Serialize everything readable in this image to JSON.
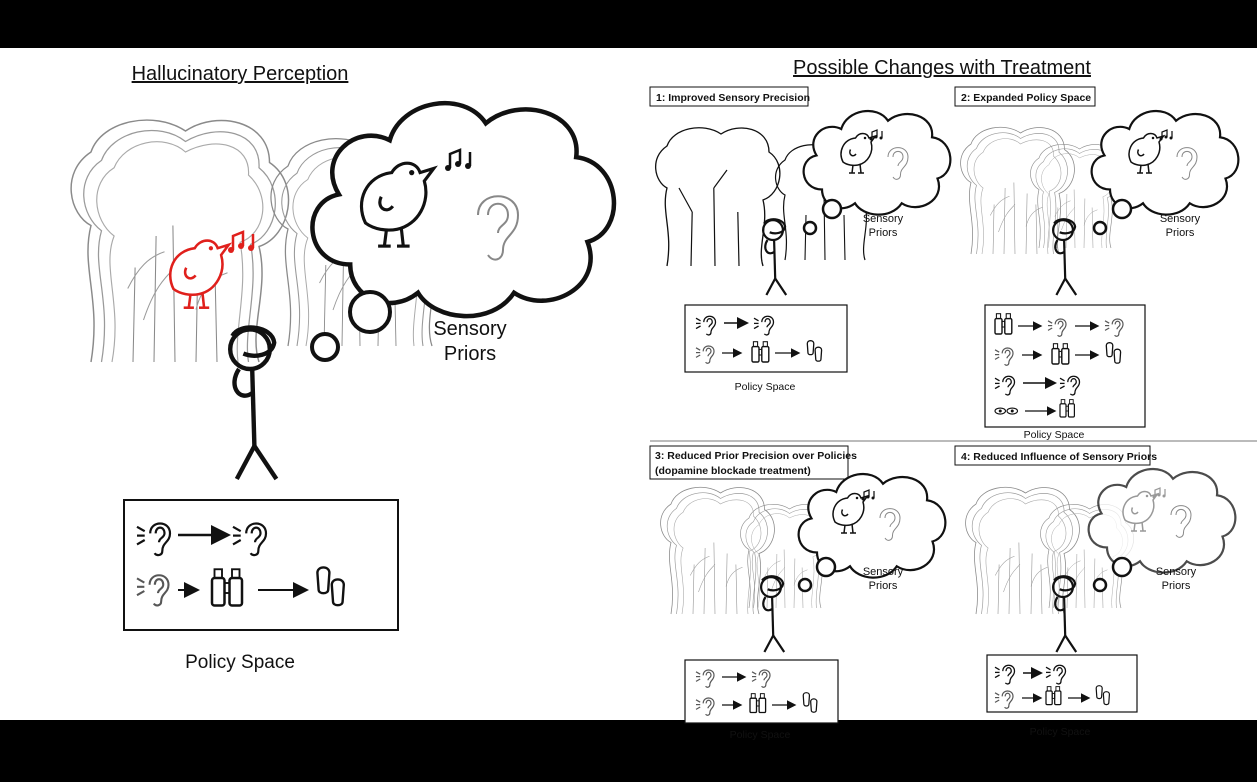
{
  "left": {
    "title": "Hallucinatory Perception",
    "cloud_label": [
      "Sensory",
      "Priors"
    ],
    "policy_caption": "Policy Space"
  },
  "right": {
    "title": "Possible Changes with Treatment",
    "panels": [
      {
        "label": [
          "1: Improved Sensory Precision"
        ],
        "cloud_label": [
          "Sensory",
          "Priors"
        ],
        "policy_caption": "Policy Space"
      },
      {
        "label": [
          "2: Expanded Policy Space"
        ],
        "cloud_label": [
          "Sensory",
          "Priors"
        ],
        "policy_caption": "Policy Space"
      },
      {
        "label": [
          "3: Reduced Prior Precision over Policies",
          "(dopamine blockade treatment)"
        ],
        "cloud_label": [
          "Sensory",
          "Priors"
        ],
        "policy_caption": "Policy Space"
      },
      {
        "label": [
          "4: Reduced Influence of Sensory Priors"
        ],
        "cloud_label": [
          "Sensory",
          "Priors"
        ],
        "policy_caption": "Policy Space"
      }
    ]
  },
  "colors": {
    "hallucinated_bird": "#e0201c",
    "line": "#111111",
    "sketch": "#8a8a8a",
    "band": "#000000"
  }
}
